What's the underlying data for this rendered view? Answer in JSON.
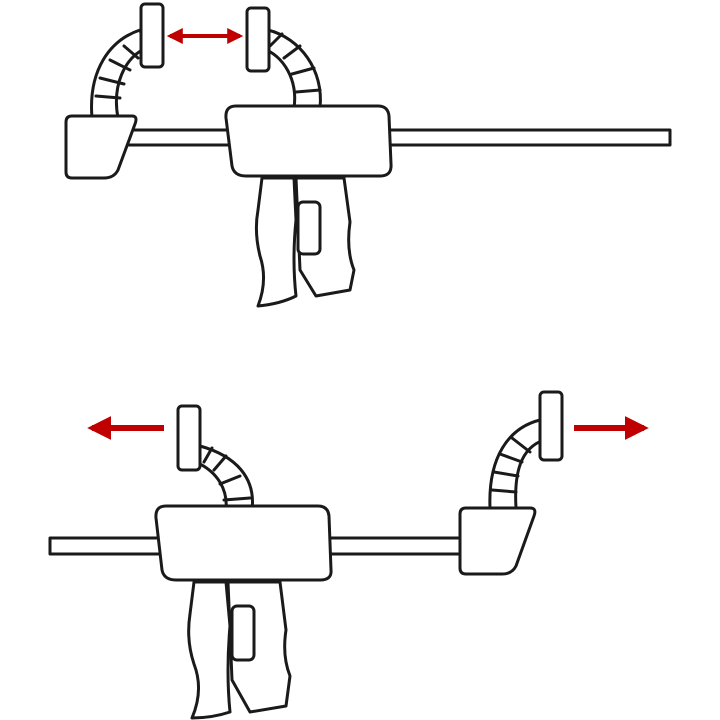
{
  "diagram": {
    "panels": [
      {
        "id": "top",
        "state": "clamp-closing",
        "arrow": "double-headed"
      },
      {
        "id": "bottom",
        "state": "spreader-mode",
        "arrow": "outward"
      }
    ]
  },
  "colors": {
    "stroke": "#1a1a1a",
    "fill": "#ffffff",
    "arrow": "#c00000"
  },
  "icons": {
    "clamp": "bar-clamp-icon",
    "arrow_double": "double-arrow-icon",
    "arrow_left": "arrow-left-icon",
    "arrow_right": "arrow-right-icon"
  }
}
